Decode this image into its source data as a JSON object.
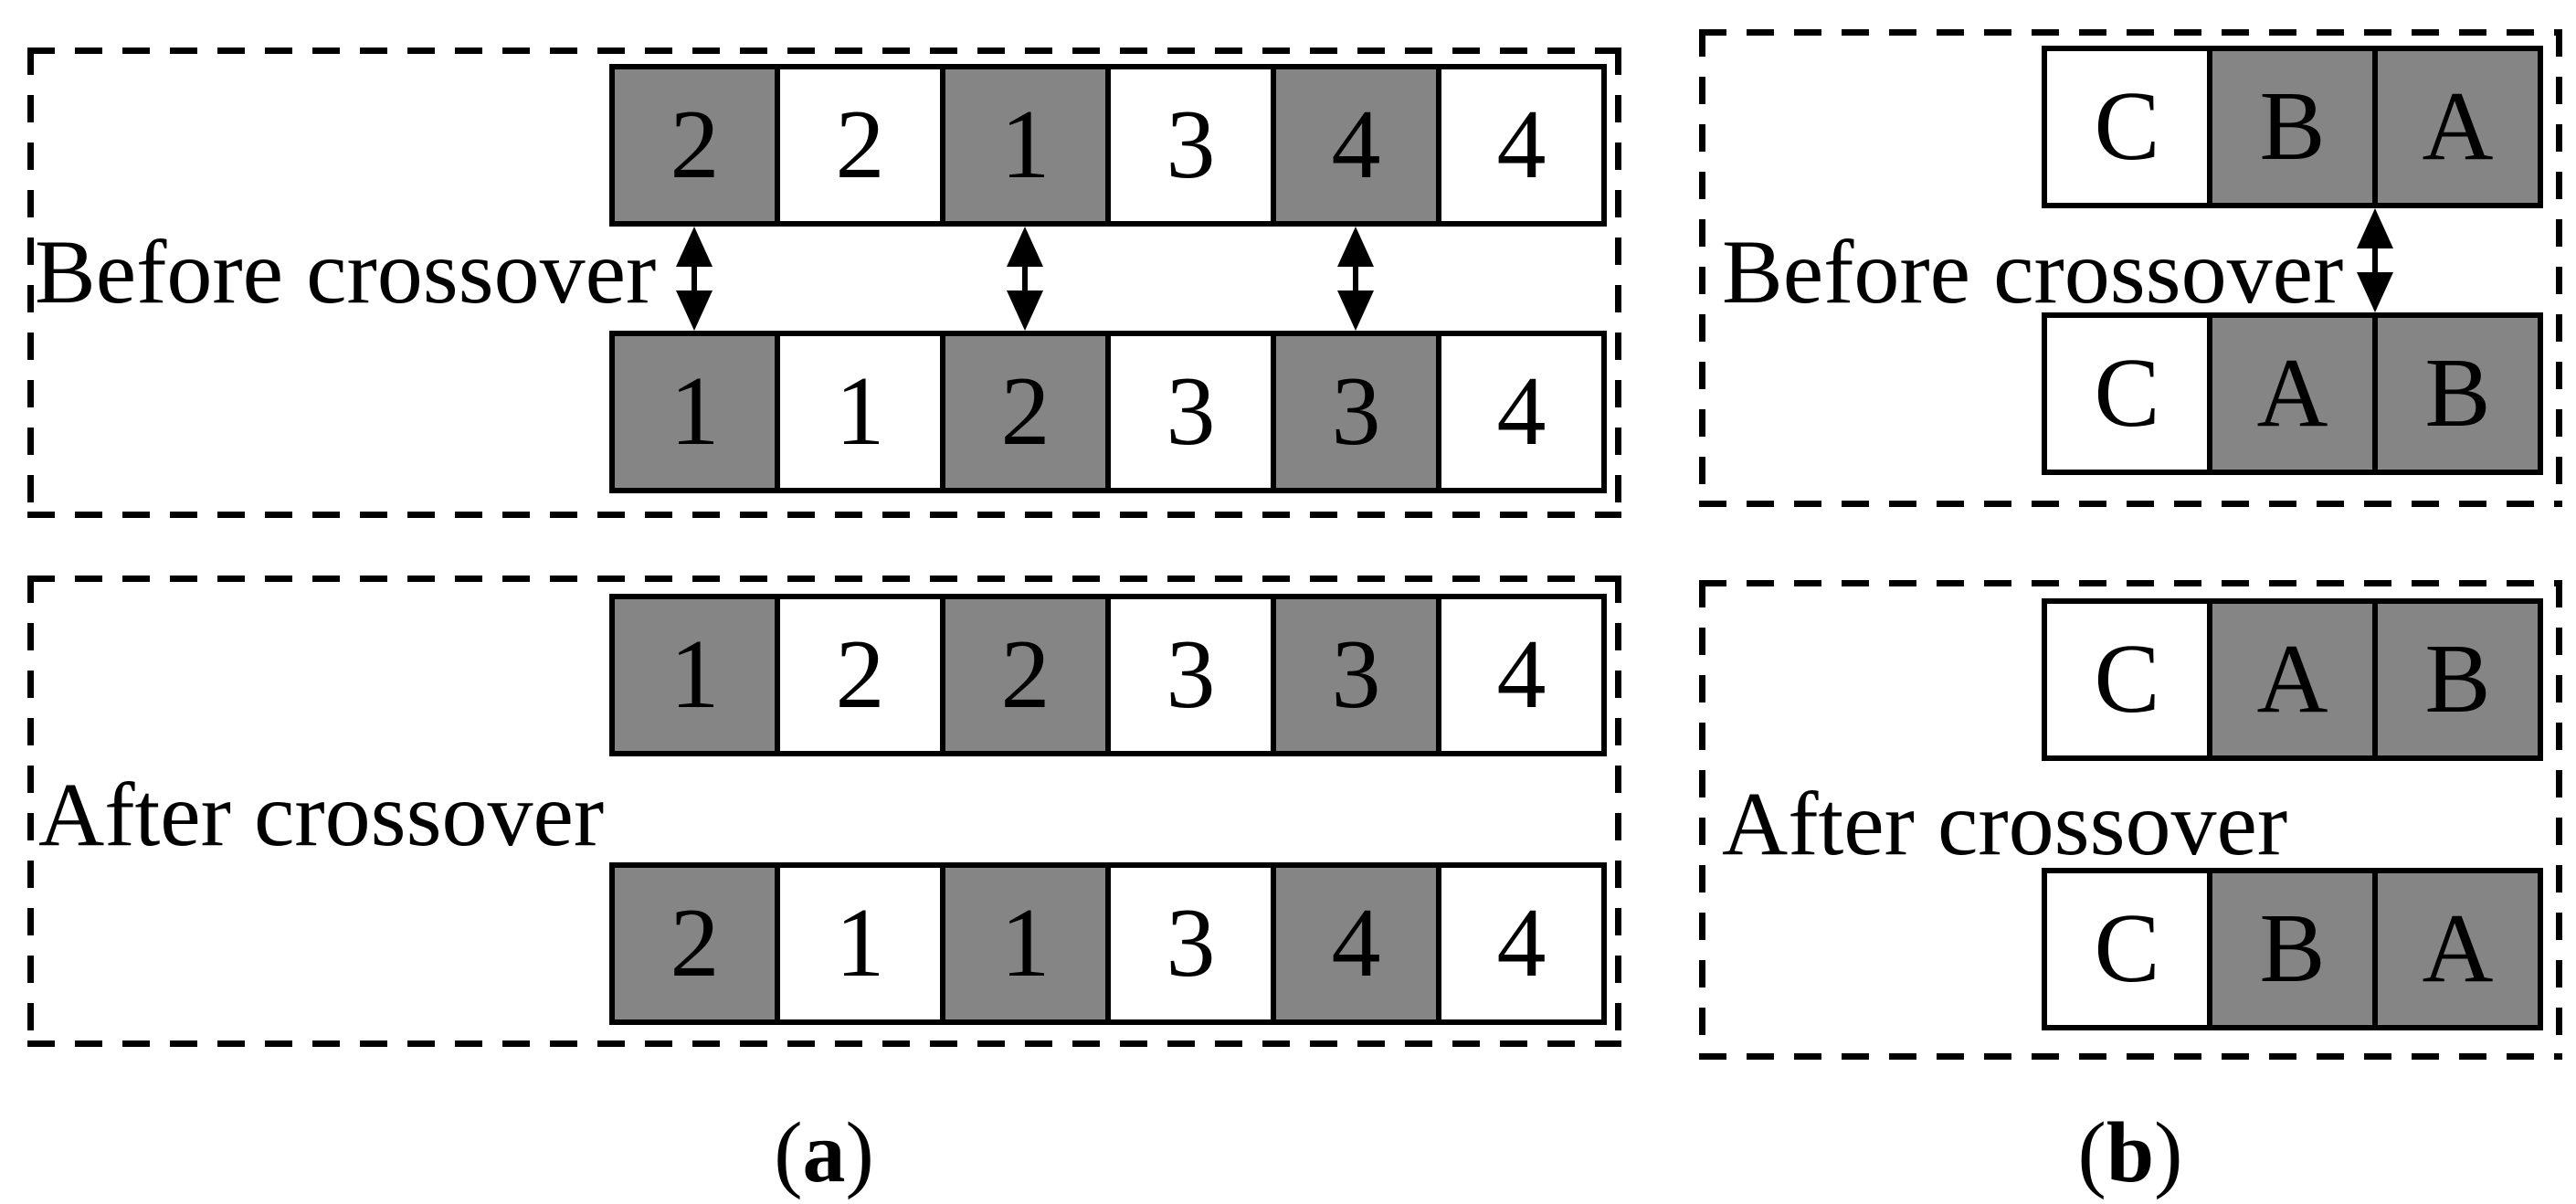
{
  "colors": {
    "shaded_cell": "#858585",
    "unshaded_cell": "#ffffff",
    "border": "#000000",
    "background": "#ffffff",
    "text": "#000000"
  },
  "icons": {
    "crossover_arrow": "double-headed-vertical-arrow"
  },
  "panel_a": {
    "caption": {
      "open": "(",
      "letter": "a",
      "close": ")"
    },
    "before": {
      "label": "Before crossover",
      "arrow_count": 3,
      "rows": [
        {
          "name": "parent-1",
          "cells": [
            {
              "value": "2",
              "shaded": true
            },
            {
              "value": "2",
              "shaded": false
            },
            {
              "value": "1",
              "shaded": true
            },
            {
              "value": "3",
              "shaded": false
            },
            {
              "value": "4",
              "shaded": true
            },
            {
              "value": "4",
              "shaded": false
            }
          ]
        },
        {
          "name": "parent-2",
          "cells": [
            {
              "value": "1",
              "shaded": true
            },
            {
              "value": "1",
              "shaded": false
            },
            {
              "value": "2",
              "shaded": true
            },
            {
              "value": "3",
              "shaded": false
            },
            {
              "value": "3",
              "shaded": true
            },
            {
              "value": "4",
              "shaded": false
            }
          ]
        }
      ]
    },
    "after": {
      "label": "After crossover",
      "rows": [
        {
          "name": "offspring-1",
          "cells": [
            {
              "value": "1",
              "shaded": true
            },
            {
              "value": "2",
              "shaded": false
            },
            {
              "value": "2",
              "shaded": true
            },
            {
              "value": "3",
              "shaded": false
            },
            {
              "value": "3",
              "shaded": true
            },
            {
              "value": "4",
              "shaded": false
            }
          ]
        },
        {
          "name": "offspring-2",
          "cells": [
            {
              "value": "2",
              "shaded": true
            },
            {
              "value": "1",
              "shaded": false
            },
            {
              "value": "1",
              "shaded": true
            },
            {
              "value": "3",
              "shaded": false
            },
            {
              "value": "4",
              "shaded": true
            },
            {
              "value": "4",
              "shaded": false
            }
          ]
        }
      ]
    }
  },
  "panel_b": {
    "caption": {
      "open": "(",
      "letter": "b",
      "close": ")"
    },
    "before": {
      "label": "Before crossover",
      "arrow_count": 1,
      "rows": [
        {
          "name": "parent-1",
          "cells": [
            {
              "value": "C",
              "shaded": false
            },
            {
              "value": "B",
              "shaded": true
            },
            {
              "value": "A",
              "shaded": true
            }
          ]
        },
        {
          "name": "parent-2",
          "cells": [
            {
              "value": "C",
              "shaded": false
            },
            {
              "value": "A",
              "shaded": true
            },
            {
              "value": "B",
              "shaded": true
            }
          ]
        }
      ]
    },
    "after": {
      "label": "After crossover",
      "rows": [
        {
          "name": "offspring-1",
          "cells": [
            {
              "value": "C",
              "shaded": false
            },
            {
              "value": "A",
              "shaded": true
            },
            {
              "value": "B",
              "shaded": true
            }
          ]
        },
        {
          "name": "offspring-2",
          "cells": [
            {
              "value": "C",
              "shaded": false
            },
            {
              "value": "B",
              "shaded": true
            },
            {
              "value": "A",
              "shaded": true
            }
          ]
        }
      ]
    }
  }
}
